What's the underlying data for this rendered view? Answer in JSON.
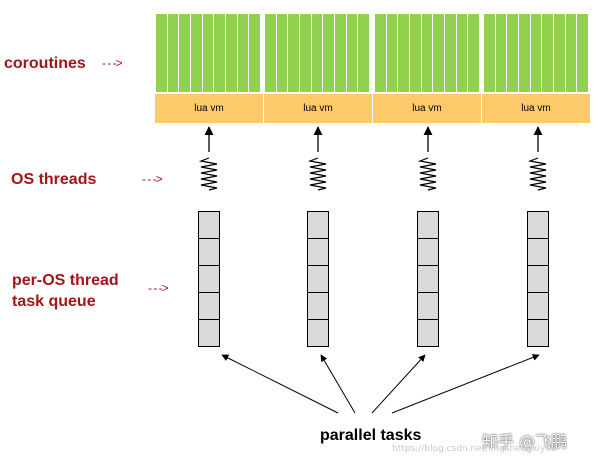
{
  "labels": {
    "coroutines": "coroutines",
    "os_threads": "OS threads",
    "task_queue": "per-OS thread\ntask queue",
    "arrow_glyph": "- - ->"
  },
  "lanes": [
    {
      "vm_label": "lua vm",
      "coroutine_count": 9,
      "queue_slots": 5
    },
    {
      "vm_label": "lua vm",
      "coroutine_count": 9,
      "queue_slots": 5
    },
    {
      "vm_label": "lua vm",
      "coroutine_count": 9,
      "queue_slots": 5
    },
    {
      "vm_label": "lua vm",
      "coroutine_count": 9,
      "queue_slots": 5
    }
  ],
  "caption": "parallel tasks",
  "watermark": {
    "text": "知乎 @飞鹏",
    "url": "https://blog.csdn.net/lingshengxiyou"
  },
  "colors": {
    "coroutine": "#92d050",
    "vm": "#fcc96b",
    "queue": "#d9d9d9",
    "label": "#a5141a"
  }
}
